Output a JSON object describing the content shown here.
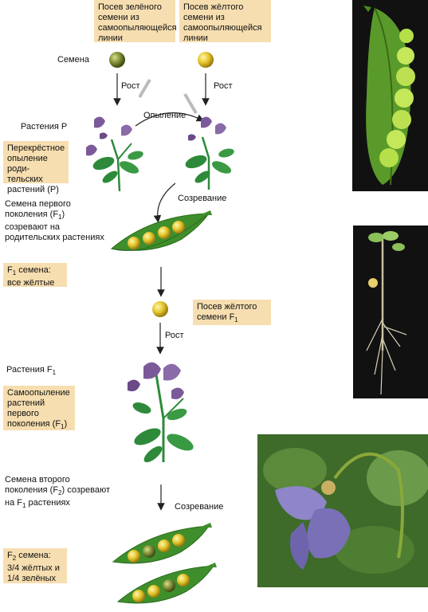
{
  "boxes": {
    "green_sowing": "Посев зелёного семени из самоопыляющейся линии",
    "yellow_sowing": "Посев жёлтого семени из самоопыляющейся линии",
    "cross": "Перекрёстное опыление роди-тельских растений (P)",
    "f1_seeds_a": "F",
    "f1_seeds_sub": "1",
    "f1_seeds_b": " семена: все жёлтые",
    "yellow_f1_sowing_a": "Посев жёлтого семени F",
    "yellow_f1_sowing_sub": "1",
    "self_poll_a": "Самоопыление растений первого поколения (F",
    "self_poll_sub": "1",
    "self_poll_b": ")",
    "f2_seeds_a": "F",
    "f2_seeds_sub": "2",
    "f2_seeds_b": " семена: 3/4 жёлтых и 1/4 зелёных"
  },
  "labels": {
    "seeds": "Семена",
    "growth": "Рост",
    "pollination": "Опыление",
    "plants_p": "Растения P",
    "maturation": "Созревание",
    "plants_f1_a": "Растения  F",
    "plants_f1_sub": "1",
    "f1_text_a": "Семена первого поколения (F",
    "f1_text_sub": "1",
    "f1_text_b": ") созревают на родительских растениях",
    "f2_text_a": "Семена второго поколения (F",
    "f2_text_sub": "2",
    "f2_text_b": ") созревают на F",
    "f2_text_sub2": "1",
    "f2_text_c": " растениях"
  },
  "colors": {
    "box_bg": "#f6deb0",
    "yellow_seed": "#e4c52a",
    "green_seed": "#8a9a3a",
    "pod": "#3f8e2c",
    "leaf": "#2e8a3a",
    "flower": "#7c5a9a"
  }
}
